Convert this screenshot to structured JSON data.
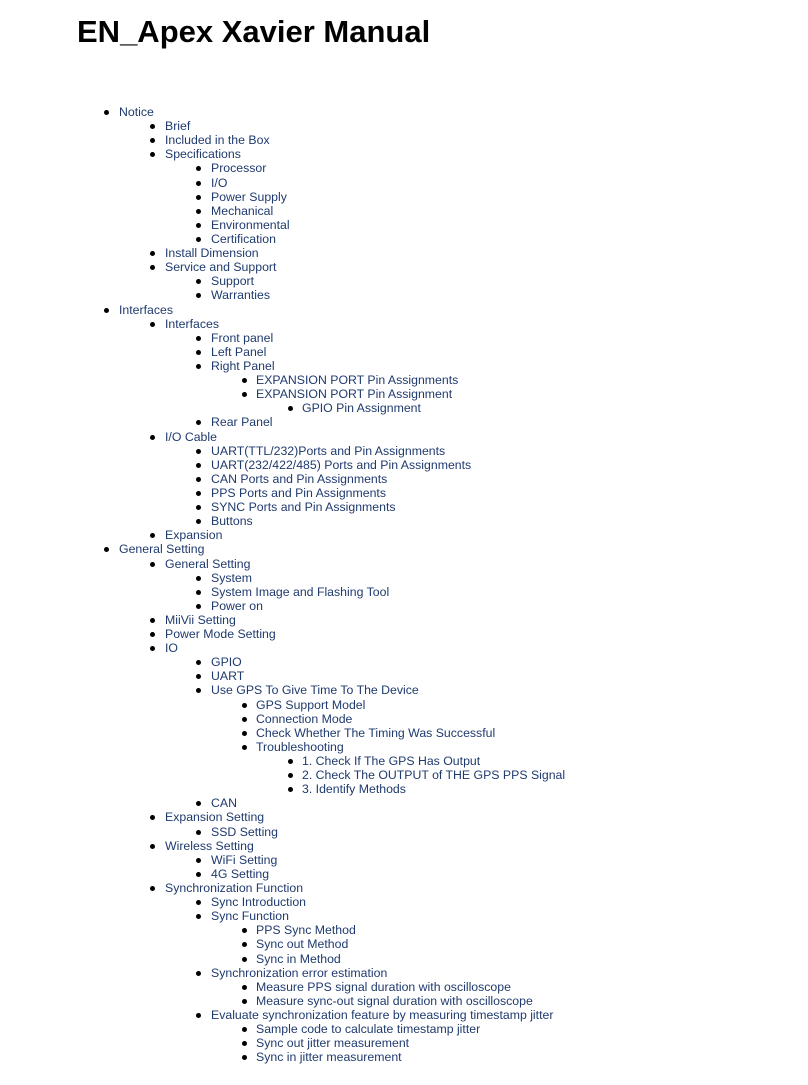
{
  "document": {
    "title": "EN_Apex Xavier Manual"
  },
  "colors": {
    "link": "#1f3a6e",
    "text": "#000000",
    "background": "#ffffff"
  },
  "toc": [
    {
      "label": "Notice",
      "level": 0
    },
    {
      "label": "Brief",
      "level": 1
    },
    {
      "label": "Included in the Box",
      "level": 1
    },
    {
      "label": "Specifications",
      "level": 1
    },
    {
      "label": "Processor",
      "level": 2
    },
    {
      "label": "I/O",
      "level": 2
    },
    {
      "label": "Power Supply",
      "level": 2
    },
    {
      "label": "Mechanical",
      "level": 2
    },
    {
      "label": "Environmental",
      "level": 2
    },
    {
      "label": "Certification",
      "level": 2
    },
    {
      "label": "Install Dimension",
      "level": 1
    },
    {
      "label": "Service and Support",
      "level": 1
    },
    {
      "label": "Support",
      "level": 2
    },
    {
      "label": "Warranties",
      "level": 2
    },
    {
      "label": "Interfaces",
      "level": 0
    },
    {
      "label": "Interfaces",
      "level": 1
    },
    {
      "label": "Front panel",
      "level": 2
    },
    {
      "label": "Left Panel",
      "level": 2
    },
    {
      "label": "Right Panel",
      "level": 2
    },
    {
      "label": "EXPANSION PORT  Pin Assignments",
      "level": 3
    },
    {
      "label": "EXPANSION PORT  Pin Assignment",
      "level": 3
    },
    {
      "label": "GPIO Pin Assignment",
      "level": 4
    },
    {
      "label": "Rear Panel",
      "level": 2
    },
    {
      "label": "I/O Cable",
      "level": 1
    },
    {
      "label": "UART(TTL/232)Ports and Pin Assignments",
      "level": 2
    },
    {
      "label": "UART(232/422/485) Ports and Pin Assignments",
      "level": 2
    },
    {
      "label": "CAN Ports and Pin Assignments",
      "level": 2
    },
    {
      "label": "PPS Ports and Pin Assignments",
      "level": 2
    },
    {
      "label": "SYNC Ports and Pin Assignments",
      "level": 2
    },
    {
      "label": "Buttons",
      "level": 2
    },
    {
      "label": "Expansion",
      "level": 1
    },
    {
      "label": "General Setting",
      "level": 0
    },
    {
      "label": "General Setting",
      "level": 1
    },
    {
      "label": "System",
      "level": 2
    },
    {
      "label": "System Image and Flashing Tool",
      "level": 2
    },
    {
      "label": "Power on",
      "level": 2
    },
    {
      "label": "MiiVii Setting",
      "level": 1
    },
    {
      "label": "Power Mode Setting",
      "level": 1
    },
    {
      "label": "IO",
      "level": 1
    },
    {
      "label": "GPIO",
      "level": 2
    },
    {
      "label": "UART",
      "level": 2
    },
    {
      "label": "Use GPS To Give Time To The Device",
      "level": 2
    },
    {
      "label": "GPS Support Model",
      "level": 3
    },
    {
      "label": "Connection Mode",
      "level": 3
    },
    {
      "label": "Check Whether The Timing Was Successful",
      "level": 3
    },
    {
      "label": "Troubleshooting",
      "level": 3
    },
    {
      "label": "1. Check If The GPS Has Output",
      "level": 4
    },
    {
      "label": "2. Check The OUTPUT of THE GPS PPS Signal",
      "level": 4
    },
    {
      "label": "3. Identify Methods",
      "level": 4
    },
    {
      "label": "CAN",
      "level": 2
    },
    {
      "label": "Expansion Setting",
      "level": 1
    },
    {
      "label": "SSD Setting",
      "level": 2
    },
    {
      "label": "Wireless Setting",
      "level": 1
    },
    {
      "label": "WiFi Setting",
      "level": 2
    },
    {
      "label": "4G Setting",
      "level": 2
    },
    {
      "label": "Synchronization Function",
      "level": 1
    },
    {
      "label": "Sync Introduction",
      "level": 2
    },
    {
      "label": "Sync Function",
      "level": 2
    },
    {
      "label": "PPS Sync Method",
      "level": 3
    },
    {
      "label": "Sync out Method",
      "level": 3
    },
    {
      "label": "Sync in Method",
      "level": 3
    },
    {
      "label": "Synchronization error estimation",
      "level": 2
    },
    {
      "label": "Measure PPS signal duration with oscilloscope",
      "level": 3
    },
    {
      "label": "Measure sync-out signal duration with oscilloscope",
      "level": 3
    },
    {
      "label": "Evaluate synchronization feature by measuring timestamp jitter",
      "level": 2
    },
    {
      "label": "Sample code to calculate timestamp jitter",
      "level": 3
    },
    {
      "label": "Sync out jitter measurement",
      "level": 3
    },
    {
      "label": "Sync in jitter measurement",
      "level": 3
    }
  ]
}
